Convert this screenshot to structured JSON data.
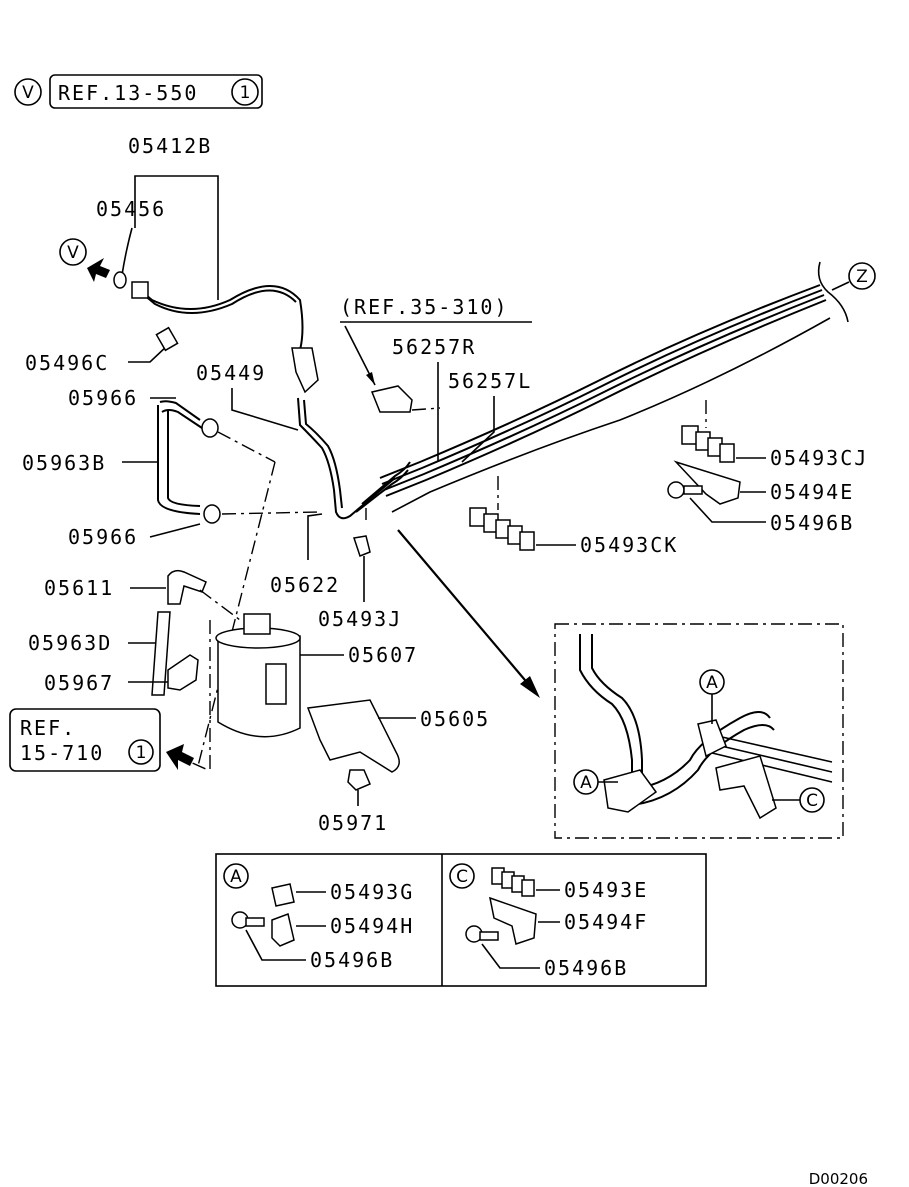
{
  "header": {
    "view_marker": "V",
    "ref_text": "REF.13-550",
    "ref_circle": "1"
  },
  "ref_35": "(REF.35-310)",
  "ref_15": {
    "line1": "REF.",
    "line2": "15-710",
    "circle": "1"
  },
  "markers": {
    "v": "V",
    "z": "Z",
    "a": "A",
    "c": "C"
  },
  "parts": {
    "p05412B": "05412B",
    "p05456": "05456",
    "p05496C": "05496C",
    "p05966a": "05966",
    "p05449": "05449",
    "p05963B": "05963B",
    "p05966b": "05966",
    "p05622": "05622",
    "p05611": "05611",
    "p05963D": "05963D",
    "p05967": "05967",
    "p05607": "05607",
    "p05605": "05605",
    "p05971": "05971",
    "p05493J": "05493J",
    "p56257R": "56257R",
    "p56257L": "56257L",
    "p05493CJ": "05493CJ",
    "p05494E": "05494E",
    "p05496B": "05496B",
    "p05493CK": "05493CK"
  },
  "detail_a": {
    "clip": "05493G",
    "bracket": "05494H",
    "bolt": "05496B"
  },
  "detail_c": {
    "clip": "05493E",
    "bracket": "05494F",
    "bolt": "05496B"
  },
  "footer_code": "D00206"
}
